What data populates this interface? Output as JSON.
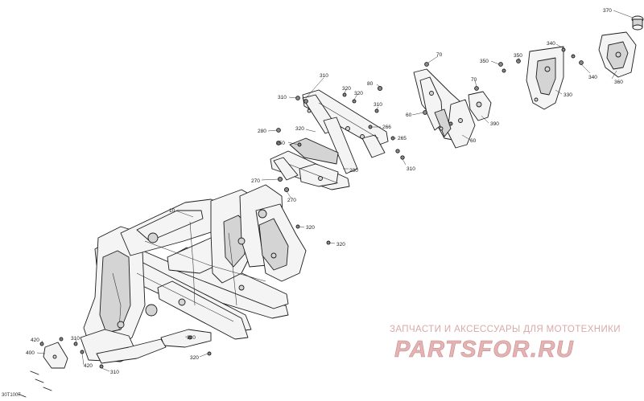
{
  "diagram": {
    "code": "30T1007",
    "callouts": [
      {
        "id": "c370",
        "text": "370"
      },
      {
        "id": "c340a",
        "text": "340"
      },
      {
        "id": "c340b",
        "text": "340"
      },
      {
        "id": "c360",
        "text": "360"
      },
      {
        "id": "c350a",
        "text": "350"
      },
      {
        "id": "c350b",
        "text": "350"
      },
      {
        "id": "c330",
        "text": "330"
      },
      {
        "id": "c70a",
        "text": "70"
      },
      {
        "id": "c70b",
        "text": "70"
      },
      {
        "id": "c390",
        "text": "390"
      },
      {
        "id": "c60a",
        "text": "60"
      },
      {
        "id": "c60b",
        "text": "60"
      },
      {
        "id": "c310a",
        "text": "310"
      },
      {
        "id": "c310b",
        "text": "310"
      },
      {
        "id": "c310c",
        "text": "310"
      },
      {
        "id": "c310d",
        "text": "310"
      },
      {
        "id": "c310e",
        "text": "310"
      },
      {
        "id": "c310f",
        "text": "310"
      },
      {
        "id": "c320a",
        "text": "320"
      },
      {
        "id": "c320b",
        "text": "320"
      },
      {
        "id": "c320c",
        "text": "320"
      },
      {
        "id": "c320d",
        "text": "320"
      },
      {
        "id": "c320e",
        "text": "320"
      },
      {
        "id": "c320f",
        "text": "320"
      },
      {
        "id": "c320g",
        "text": "320"
      },
      {
        "id": "c80",
        "text": "80"
      },
      {
        "id": "c280a",
        "text": "280"
      },
      {
        "id": "c280b",
        "text": "280"
      },
      {
        "id": "c250",
        "text": "250"
      },
      {
        "id": "c266",
        "text": "266"
      },
      {
        "id": "c265",
        "text": "265"
      },
      {
        "id": "c270a",
        "text": "270"
      },
      {
        "id": "c270b",
        "text": "270"
      },
      {
        "id": "c10",
        "text": "10"
      },
      {
        "id": "c420a",
        "text": "420"
      },
      {
        "id": "c420b",
        "text": "420"
      },
      {
        "id": "c400",
        "text": "400"
      }
    ]
  },
  "watermark": {
    "caption": "ЗАПЧАСТИ И АКСЕССУАРЫ ДЛЯ МОТОТЕХНИКИ",
    "logo_text": "PARTSFOR.RU",
    "color": "#d8a9a9"
  }
}
